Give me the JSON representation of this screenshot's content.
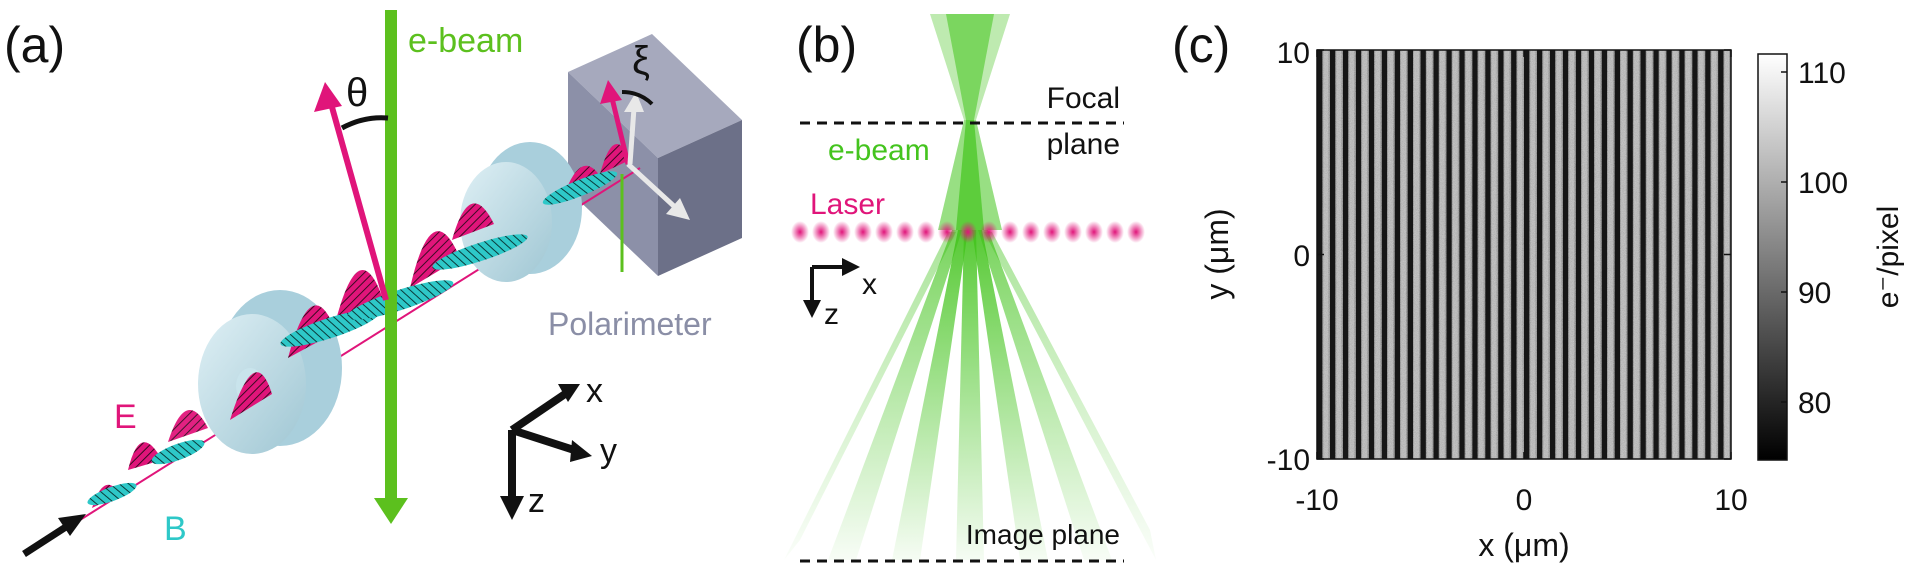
{
  "panel_a": {
    "label": "(a)",
    "ebeam_label": "e-beam",
    "theta_label": "θ",
    "xi_label": "ξ",
    "e_label": "E",
    "b_label": "B",
    "polarimeter_label": "Polarimeter",
    "axes": {
      "x": "x",
      "y": "y",
      "z": "z"
    },
    "colors": {
      "ebeam": "#5cc01e",
      "e_field": "#e0157a",
      "b_field": "#2ec8c8",
      "lens": "#bfe0ea",
      "polarimeter": "#8c90a8"
    }
  },
  "panel_b": {
    "label": "(b)",
    "focal_plane_line1": "Focal",
    "focal_plane_line2": "plane",
    "ebeam_label": "e-beam",
    "laser_label": "Laser",
    "image_plane_label": "Image plane",
    "axes": {
      "x": "x",
      "z": "z"
    },
    "colors": {
      "ebeam": "#44c41e",
      "laser": "#e0157a"
    }
  },
  "panel_c": {
    "label": "(c)",
    "xlabel": "x (μm)",
    "ylabel": "y (μm)",
    "colorbar_label": "e⁻/pixel",
    "xticks": [
      "-10",
      "0",
      "10"
    ],
    "yticks": [
      "10",
      "0",
      "-10"
    ],
    "cbticks": [
      "110",
      "100",
      "90",
      "80"
    ]
  },
  "chart_data": {
    "type": "heatmap",
    "title": "",
    "xlabel": "x (μm)",
    "ylabel": "y (μm)",
    "xlim": [
      -10,
      10
    ],
    "ylim": [
      -10,
      10
    ],
    "colorbar": {
      "label": "e⁻/pixel",
      "range": [
        75,
        112
      ],
      "ticks": [
        80,
        90,
        100,
        110
      ],
      "colormap": "gray"
    },
    "pattern": "vertical interference fringes",
    "fringe_count": 32
  }
}
